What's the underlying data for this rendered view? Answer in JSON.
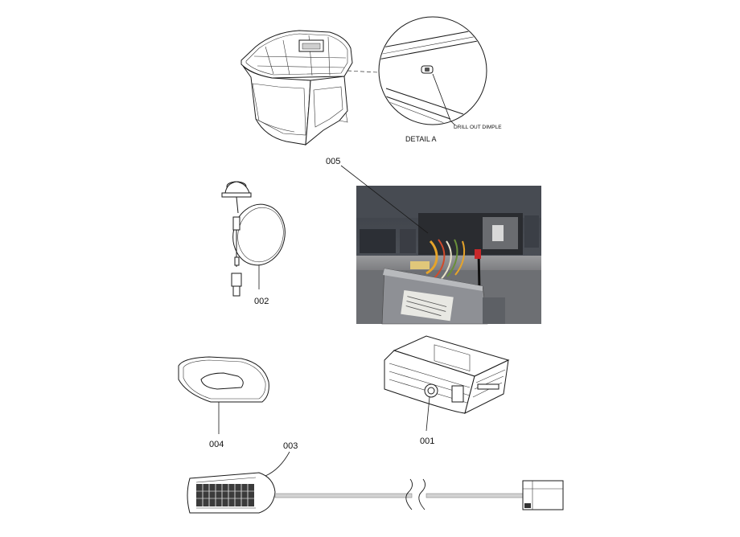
{
  "labels": {
    "detail_note": "DRILL OUT DIMPLE",
    "detail_title": "DETAIL A",
    "part_005": "005",
    "part_002": "002",
    "part_004": "004",
    "part_001": "001",
    "part_003": "003"
  }
}
